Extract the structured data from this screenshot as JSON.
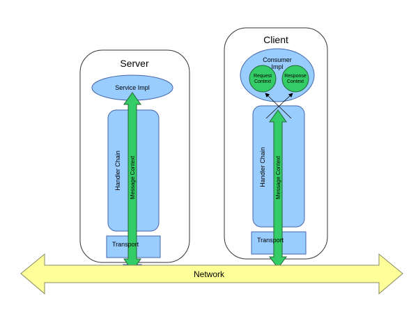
{
  "server": {
    "title": "Server",
    "service_impl": "Service Impl",
    "handler_chain": "Handler Chain",
    "message_context": "Message Context",
    "transport": "Transport"
  },
  "client": {
    "title": "Client",
    "consumer_impl_line1": "Consumer",
    "consumer_impl_line2": "Impl",
    "request_context_line1": "Request",
    "request_context_line2": "Context",
    "response_context_line1": "Response",
    "response_context_line2": "Context",
    "handler_chain": "Handler Chain",
    "message_context": "Message Context",
    "transport": "Transport"
  },
  "network": {
    "label": "Network"
  },
  "colors": {
    "container_fill": "#ffffff",
    "component_fill": "#99ccff",
    "context_fill": "#33cc66",
    "network_fill": "#ffff99"
  }
}
